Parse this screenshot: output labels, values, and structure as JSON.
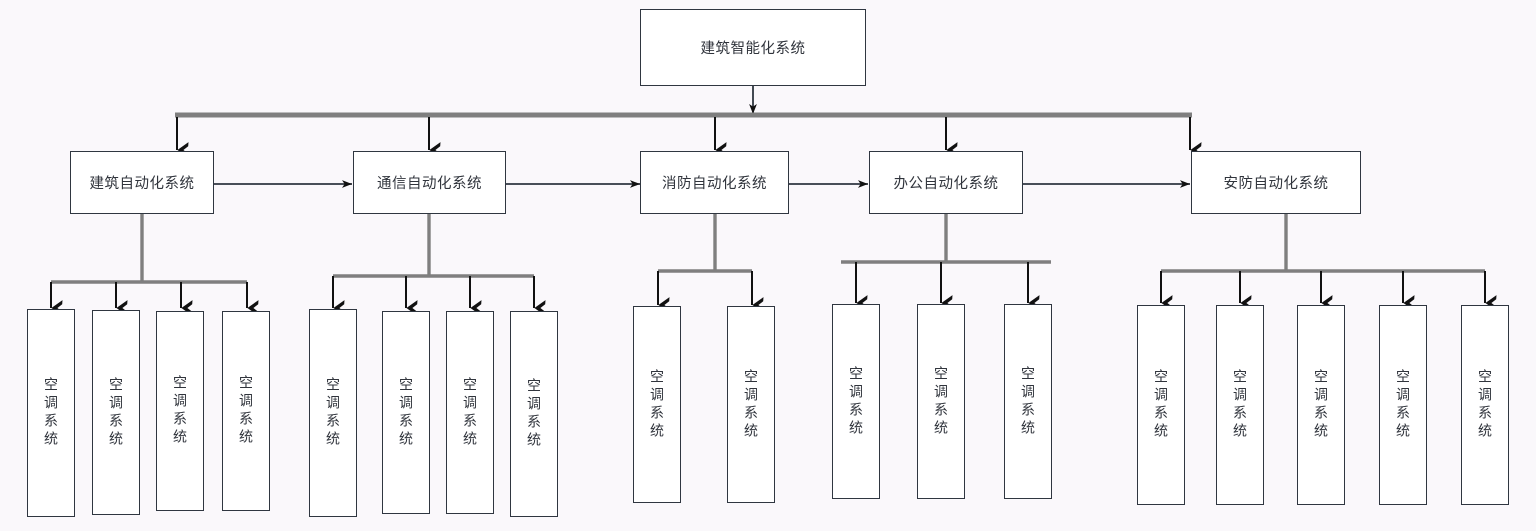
{
  "diagram": {
    "title_node": {
      "label": "建筑智能化系统",
      "name": "root-node"
    },
    "background_color": "#faf8fb",
    "node_border_color": "#2f3640",
    "connector_color": "#7f7f7f",
    "arrow_color": "#111111",
    "level2": [
      {
        "label": "建筑自动化系统"
      },
      {
        "label": "通信自动化系统"
      },
      {
        "label": "消防自动化系统"
      },
      {
        "label": "办公自动化系统"
      },
      {
        "label": "安防自动化系统"
      }
    ],
    "leaves": [
      {
        "label": "空调系统"
      },
      {
        "label": "空调系统"
      },
      {
        "label": "空调系统"
      },
      {
        "label": "空调系统"
      },
      {
        "label": "空调系统"
      },
      {
        "label": "空调系统"
      },
      {
        "label": "空调系统"
      },
      {
        "label": "空调系统"
      },
      {
        "label": "空调系统"
      },
      {
        "label": "空调系统"
      },
      {
        "label": "空调系统"
      },
      {
        "label": "空调系统"
      },
      {
        "label": "空调系统"
      },
      {
        "label": "空调系统"
      },
      {
        "label": "空调系统"
      },
      {
        "label": "空调系统"
      },
      {
        "label": "空调系统"
      },
      {
        "label": "空调系统"
      }
    ]
  }
}
